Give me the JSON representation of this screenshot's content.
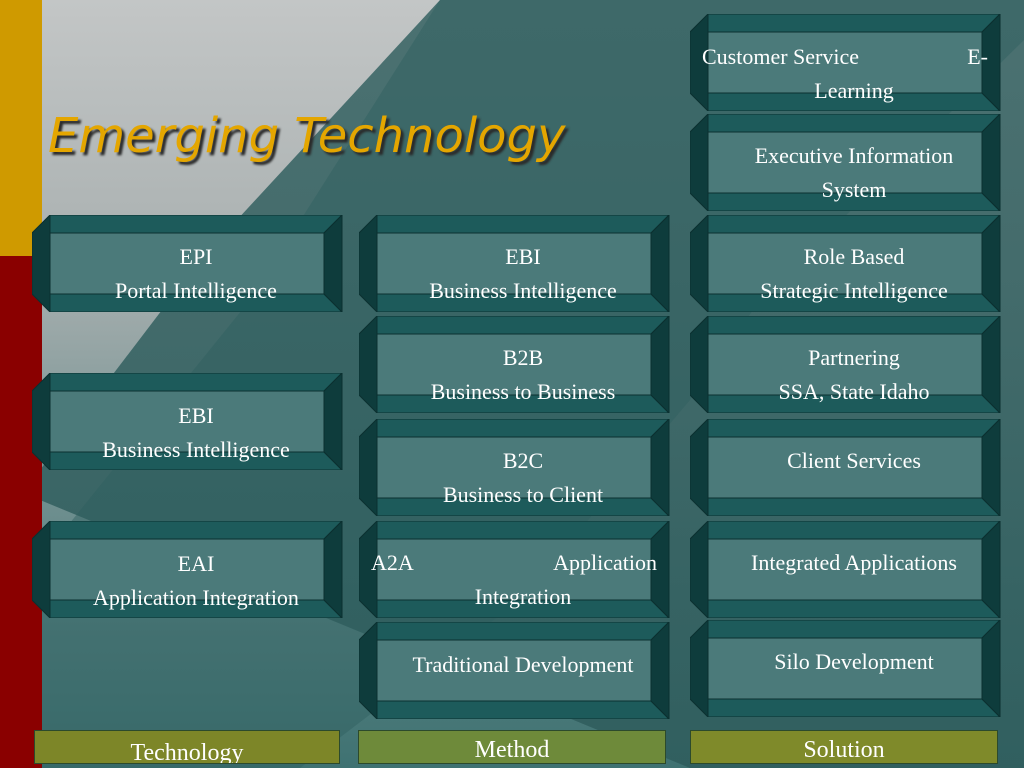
{
  "title": "Emerging Technology",
  "columns": {
    "technology": {
      "label": "Technology",
      "items": [
        {
          "id": "epi",
          "text": "EPI\nPortal Intelligence"
        },
        {
          "id": "ebi",
          "text": "EBI\nBusiness Intelligence"
        },
        {
          "id": "eai",
          "text": "EAI\nApplication Integration"
        }
      ]
    },
    "method": {
      "label": "Method",
      "items": [
        {
          "id": "ebi",
          "text": "EBI\nBusiness Intelligence"
        },
        {
          "id": "b2b",
          "text": "B2B\nBusiness to Business"
        },
        {
          "id": "b2c",
          "text": "B2C\nBusiness to Client"
        },
        {
          "id": "a2a",
          "line1_left": "A2A",
          "line1_right": "Application",
          "line2": "Integration"
        },
        {
          "id": "traditional",
          "text": "Traditional Development"
        }
      ]
    },
    "solution": {
      "label": "Solution",
      "items": [
        {
          "id": "customer-service",
          "line1_left": "Customer Service",
          "line1_right": "E-",
          "line2": "Learning"
        },
        {
          "id": "eis",
          "text": "Executive Information\nSystem"
        },
        {
          "id": "role-based",
          "text": "Role Based\nStrategic Intelligence"
        },
        {
          "id": "partnering",
          "text": "Partnering\nSSA, State Idaho"
        },
        {
          "id": "client-services",
          "text": "Client Services"
        },
        {
          "id": "integrated-apps",
          "text": "Integrated Applications"
        },
        {
          "id": "silo",
          "text": "Silo Development"
        }
      ]
    }
  },
  "colors": {
    "box_face": "#4b7a7a",
    "box_frame": "#1d5b5b",
    "box_edge": "#0e3c3c",
    "title": "#e4a600",
    "footer_technology": "#7d8628",
    "footer_method": "#6e8a3a",
    "footer_solution": "#7f8a2a"
  }
}
